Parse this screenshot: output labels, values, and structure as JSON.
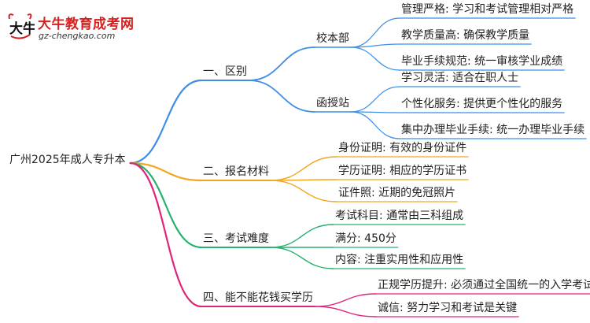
{
  "logo": {
    "title": "大牛教育成考网",
    "url": "gz-chengkao.com",
    "mark": "大牛"
  },
  "colors": {
    "blue": "#3c8ee6",
    "orange": "#f2a71e",
    "green": "#27b06f",
    "pink": "#e0237a"
  },
  "mindmap": {
    "root": "广州2025年成人专升本",
    "branches": [
      {
        "label": "一、区别",
        "color": "blue",
        "groups": [
          {
            "label": "校本部",
            "items": [
              "管理严格: 学习和考试管理相对严格",
              "教学质量高: 确保教学质量",
              "毕业手续规范: 统一审核学业成绩"
            ]
          },
          {
            "label": "函授站",
            "items": [
              "学习灵活: 适合在职人士",
              "个性化服务: 提供更个性化的服务",
              "集中办理毕业手续: 统一办理毕业手续"
            ]
          }
        ]
      },
      {
        "label": "二、报名材料",
        "color": "orange",
        "items": [
          "身份证明: 有效的身份证件",
          "学历证明: 相应的学历证书",
          "证件照: 近期的免冠照片"
        ]
      },
      {
        "label": "三、考试难度",
        "color": "green",
        "items": [
          "考试科目: 通常由三科组成",
          "满分: 450分",
          "内容: 注重实用性和应用性"
        ]
      },
      {
        "label": "四、能不能花钱买学历",
        "color": "pink",
        "items": [
          "正规学历提升: 必须通过全国统一的入学考试",
          "诚信: 努力学习和考试是关键"
        ]
      }
    ]
  }
}
